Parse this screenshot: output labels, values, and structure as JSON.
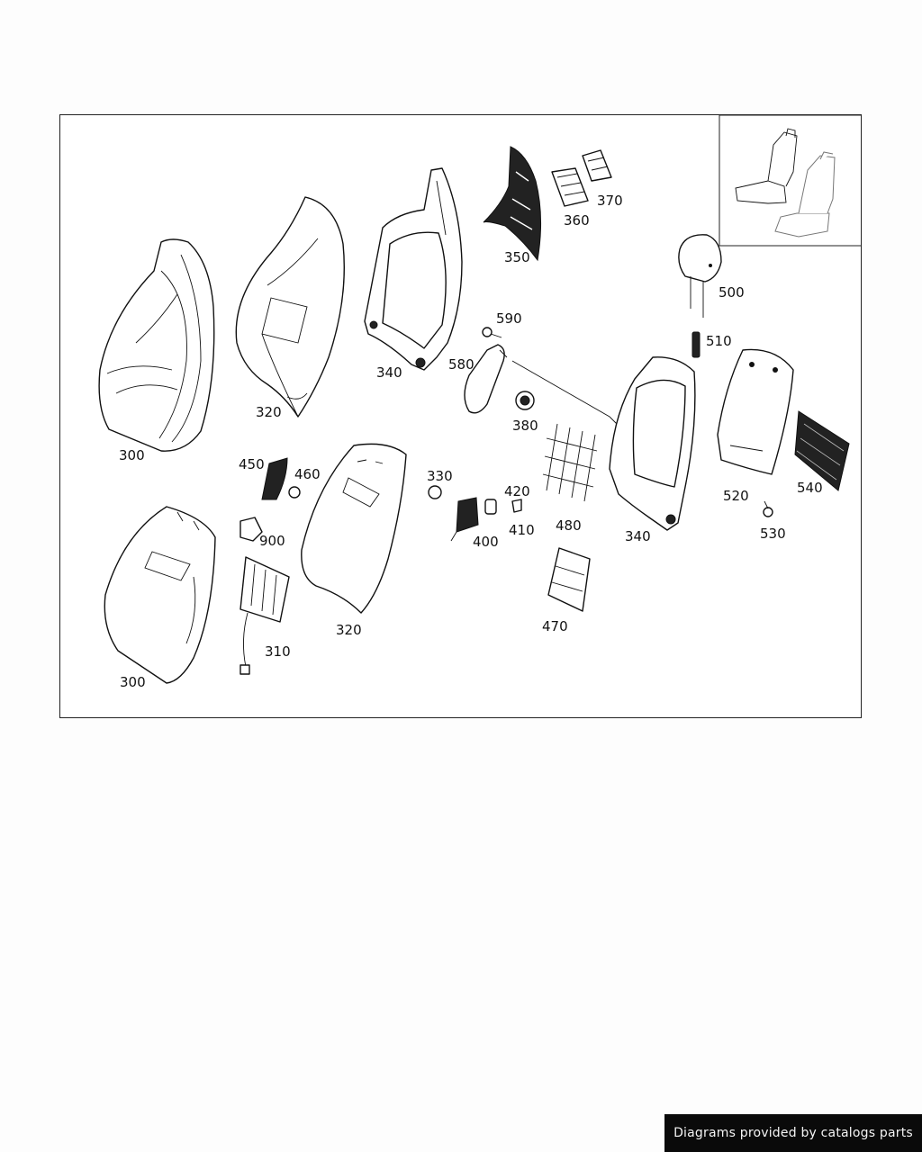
{
  "diagram": {
    "callouts": {
      "c300a": "300",
      "c320a": "320",
      "c340a": "340",
      "c350": "350",
      "c360": "360",
      "c370": "370",
      "c500": "500",
      "c590": "590",
      "c580": "580",
      "c510": "510",
      "c380": "380",
      "c450": "450",
      "c460": "460",
      "c330": "330",
      "c420": "420",
      "c410": "410",
      "c400": "400",
      "c480": "480",
      "c340b": "340",
      "c520": "520",
      "c540": "540",
      "c530": "530",
      "c900": "900",
      "c310": "310",
      "c320b": "320",
      "c470": "470",
      "c300b": "300"
    }
  },
  "watermark": {
    "text": "Diagrams provided by catalogs parts"
  }
}
